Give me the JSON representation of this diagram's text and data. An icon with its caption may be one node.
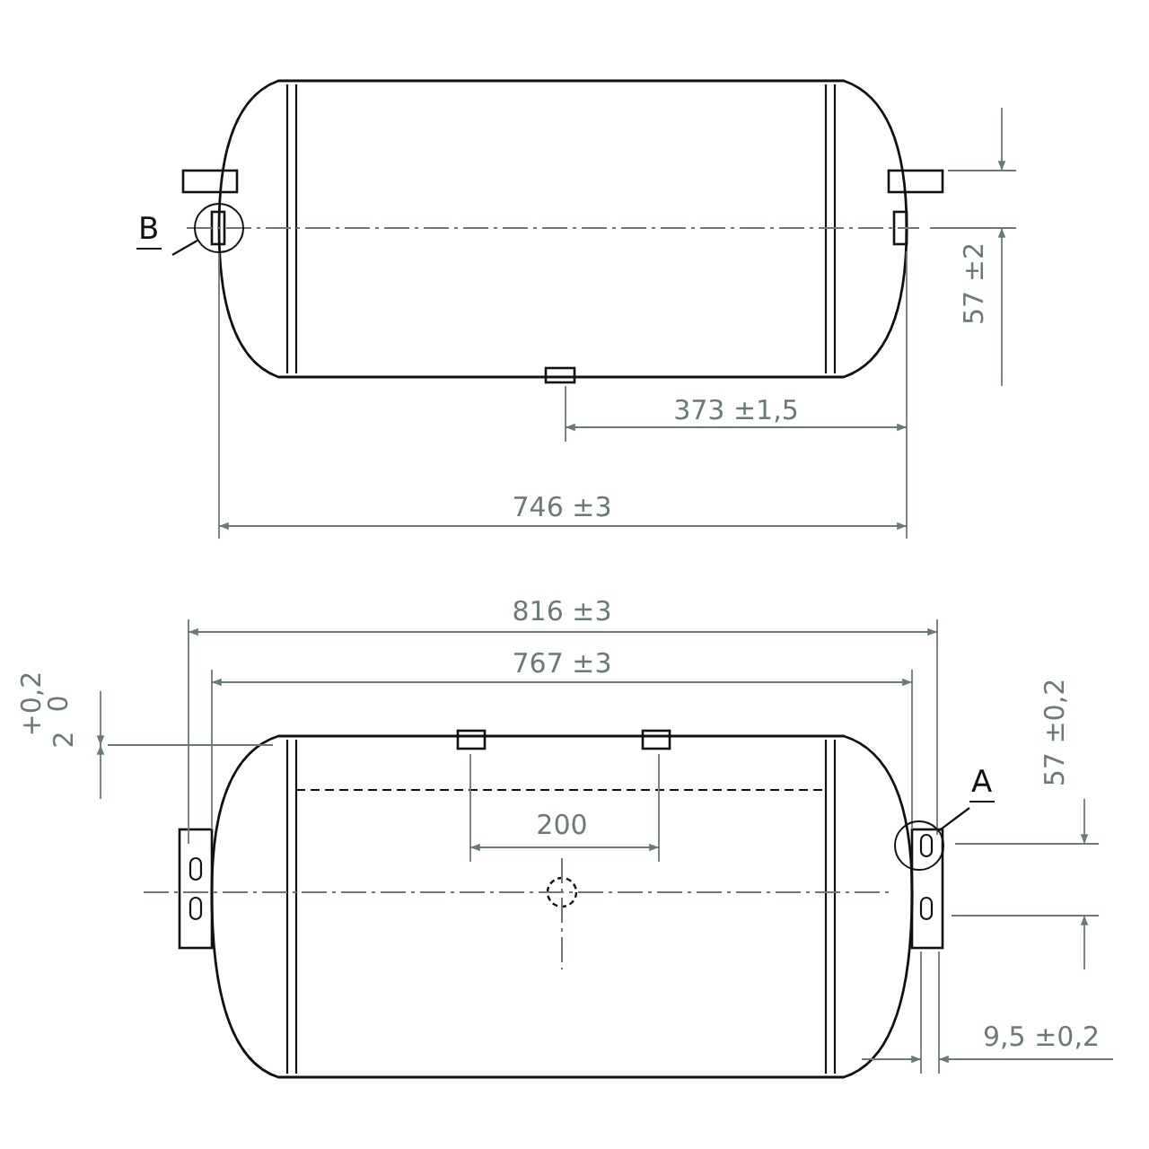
{
  "diagram": {
    "nodes": [
      {
        "text": [
          "B"
        ]
      },
      {
        "text": [],
        "shape": "circle"
      },
      {
        "text": [
          "A"
        ]
      },
      {
        "text": [],
        "shape": "circle"
      }
    ],
    "edges": [
      {
        "from": 0,
        "to": 1,
        "arrow": "none"
      },
      {
        "from": 2,
        "to": 3,
        "arrow": "none"
      }
    ],
    "labels": [
      "57 ±2",
      "373 ±1,5",
      "746 ±3",
      "816 ±3",
      "767 ±3",
      "+0,2",
      "0",
      "2",
      "200",
      "57 ±0,2",
      "9,5 ±0,2"
    ]
  }
}
